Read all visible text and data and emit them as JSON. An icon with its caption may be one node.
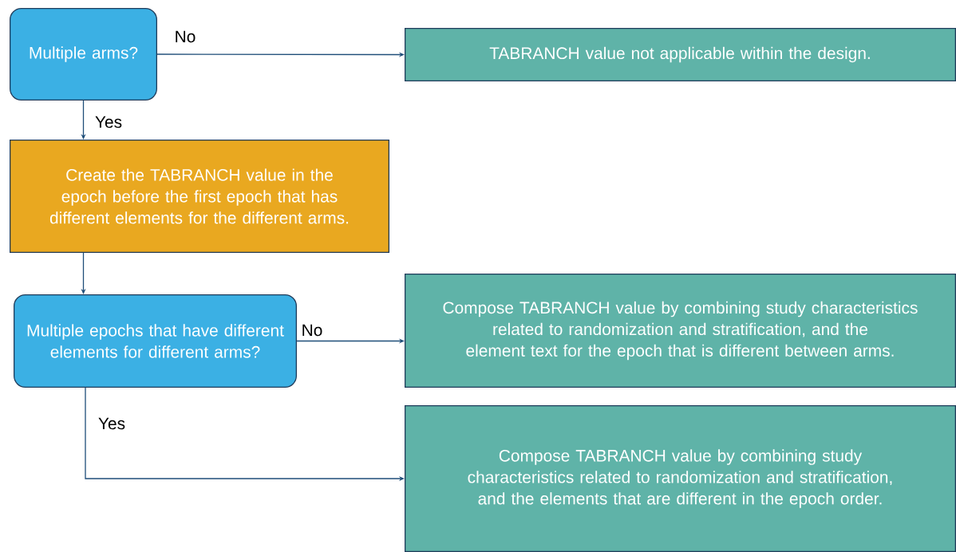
{
  "diagram": {
    "nodes": [
      {
        "text": [
          "Multiple arms?"
        ]
      },
      {
        "text": [
          "TABRANCH value not applicable within the design."
        ]
      },
      {
        "text": [
          "Create the TABRANCH value in the epoch before the first epoch that has different elements for the different arms."
        ]
      },
      {
        "text": [
          "Multiple epochs that have different elements for different arms?"
        ]
      },
      {
        "text": [
          "Compose TABRANCH value by combining study characteristics related to randomization and stratification, and the element text for the epoch that is different between arms."
        ]
      },
      {
        "text": [
          "Compose TABRANCH value by combining study characteristics related to randomization and stratification, and the elements that are different in the epoch order."
        ]
      }
    ],
    "edges": [
      {
        "from": 0,
        "to": 1,
        "arrow": "to",
        "label": "No"
      },
      {
        "from": 0,
        "to": 2,
        "arrow": "to",
        "label": "Yes"
      },
      {
        "from": 2,
        "to": 3,
        "arrow": "to"
      },
      {
        "from": 3,
        "to": 4,
        "arrow": "to",
        "label": "No"
      },
      {
        "from": 3,
        "to": 5,
        "arrow": "to",
        "label": "Yes"
      }
    ]
  }
}
